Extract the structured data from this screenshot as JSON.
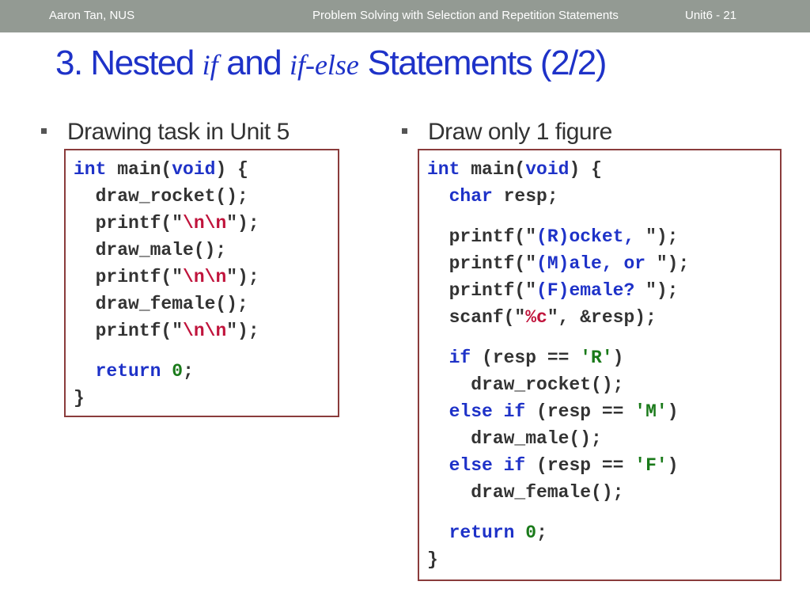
{
  "header": {
    "author": "Aaron Tan, NUS",
    "course": "Problem Solving with Selection and Repetition Statements",
    "page": "Unit6 - 21"
  },
  "title": {
    "prefix": "3. Nested ",
    "kw_if": "if",
    "middle": " and ",
    "kw_ifelse": "if-else",
    "suffix": " Statements (2/2)"
  },
  "bullets": {
    "left": "Drawing task in Unit 5",
    "right": "Draw only 1 figure"
  },
  "left_code": [
    [
      {
        "t": "int",
        "c": "kwd"
      },
      {
        "t": " main("
      },
      {
        "t": "void",
        "c": "kwd"
      },
      {
        "t": ") {"
      }
    ],
    [
      {
        "t": "  draw_rocket();"
      }
    ],
    [
      {
        "t": "  printf(\""
      },
      {
        "t": "\\n\\n",
        "c": "esc"
      },
      {
        "t": "\");"
      }
    ],
    [
      {
        "t": "  draw_male();"
      }
    ],
    [
      {
        "t": "  printf(\""
      },
      {
        "t": "\\n\\n",
        "c": "esc"
      },
      {
        "t": "\");"
      }
    ],
    [
      {
        "t": "  draw_female();"
      }
    ],
    [
      {
        "t": "  printf(\""
      },
      {
        "t": "\\n\\n",
        "c": "esc"
      },
      {
        "t": "\");"
      }
    ],
    null,
    [
      {
        "t": "  "
      },
      {
        "t": "return",
        "c": "kwd"
      },
      {
        "t": " "
      },
      {
        "t": "0",
        "c": "num"
      },
      {
        "t": ";"
      }
    ],
    [
      {
        "t": "}"
      }
    ]
  ],
  "right_code": [
    [
      {
        "t": "int",
        "c": "kwd"
      },
      {
        "t": " main("
      },
      {
        "t": "void",
        "c": "kwd"
      },
      {
        "t": ") {"
      }
    ],
    [
      {
        "t": "  "
      },
      {
        "t": "char",
        "c": "kwd"
      },
      {
        "t": " resp;"
      }
    ],
    null,
    [
      {
        "t": "  printf(\""
      },
      {
        "t": "(R)ocket, ",
        "c": "kwd"
      },
      {
        "t": "\");"
      }
    ],
    [
      {
        "t": "  printf(\""
      },
      {
        "t": "(M)ale, or ",
        "c": "kwd"
      },
      {
        "t": "\");"
      }
    ],
    [
      {
        "t": "  printf(\""
      },
      {
        "t": "(F)emale? ",
        "c": "kwd"
      },
      {
        "t": "\");"
      }
    ],
    [
      {
        "t": "  scanf(\""
      },
      {
        "t": "%c",
        "c": "esc"
      },
      {
        "t": "\", &resp);"
      }
    ],
    null,
    [
      {
        "t": "  "
      },
      {
        "t": "if",
        "c": "kwd"
      },
      {
        "t": " (resp == "
      },
      {
        "t": "'R'",
        "c": "chr"
      },
      {
        "t": ")"
      }
    ],
    [
      {
        "t": "    draw_rocket();"
      }
    ],
    [
      {
        "t": "  "
      },
      {
        "t": "else if",
        "c": "kwd"
      },
      {
        "t": " (resp == "
      },
      {
        "t": "'M'",
        "c": "chr"
      },
      {
        "t": ")"
      }
    ],
    [
      {
        "t": "    draw_male();"
      }
    ],
    [
      {
        "t": "  "
      },
      {
        "t": "else if",
        "c": "kwd"
      },
      {
        "t": " (resp == "
      },
      {
        "t": "'F'",
        "c": "chr"
      },
      {
        "t": ")"
      }
    ],
    [
      {
        "t": "    draw_female();"
      }
    ],
    null,
    [
      {
        "t": "  "
      },
      {
        "t": "return",
        "c": "kwd"
      },
      {
        "t": " "
      },
      {
        "t": "0",
        "c": "num"
      },
      {
        "t": ";"
      }
    ],
    [
      {
        "t": "}"
      }
    ]
  ],
  "colors": {
    "header_bg": "#939a93",
    "title": "#1e32c8",
    "keyword": "#1e32c8",
    "escape": "#c0143c",
    "literal": "#1a7a1a",
    "box_border": "#8a3c3c"
  }
}
